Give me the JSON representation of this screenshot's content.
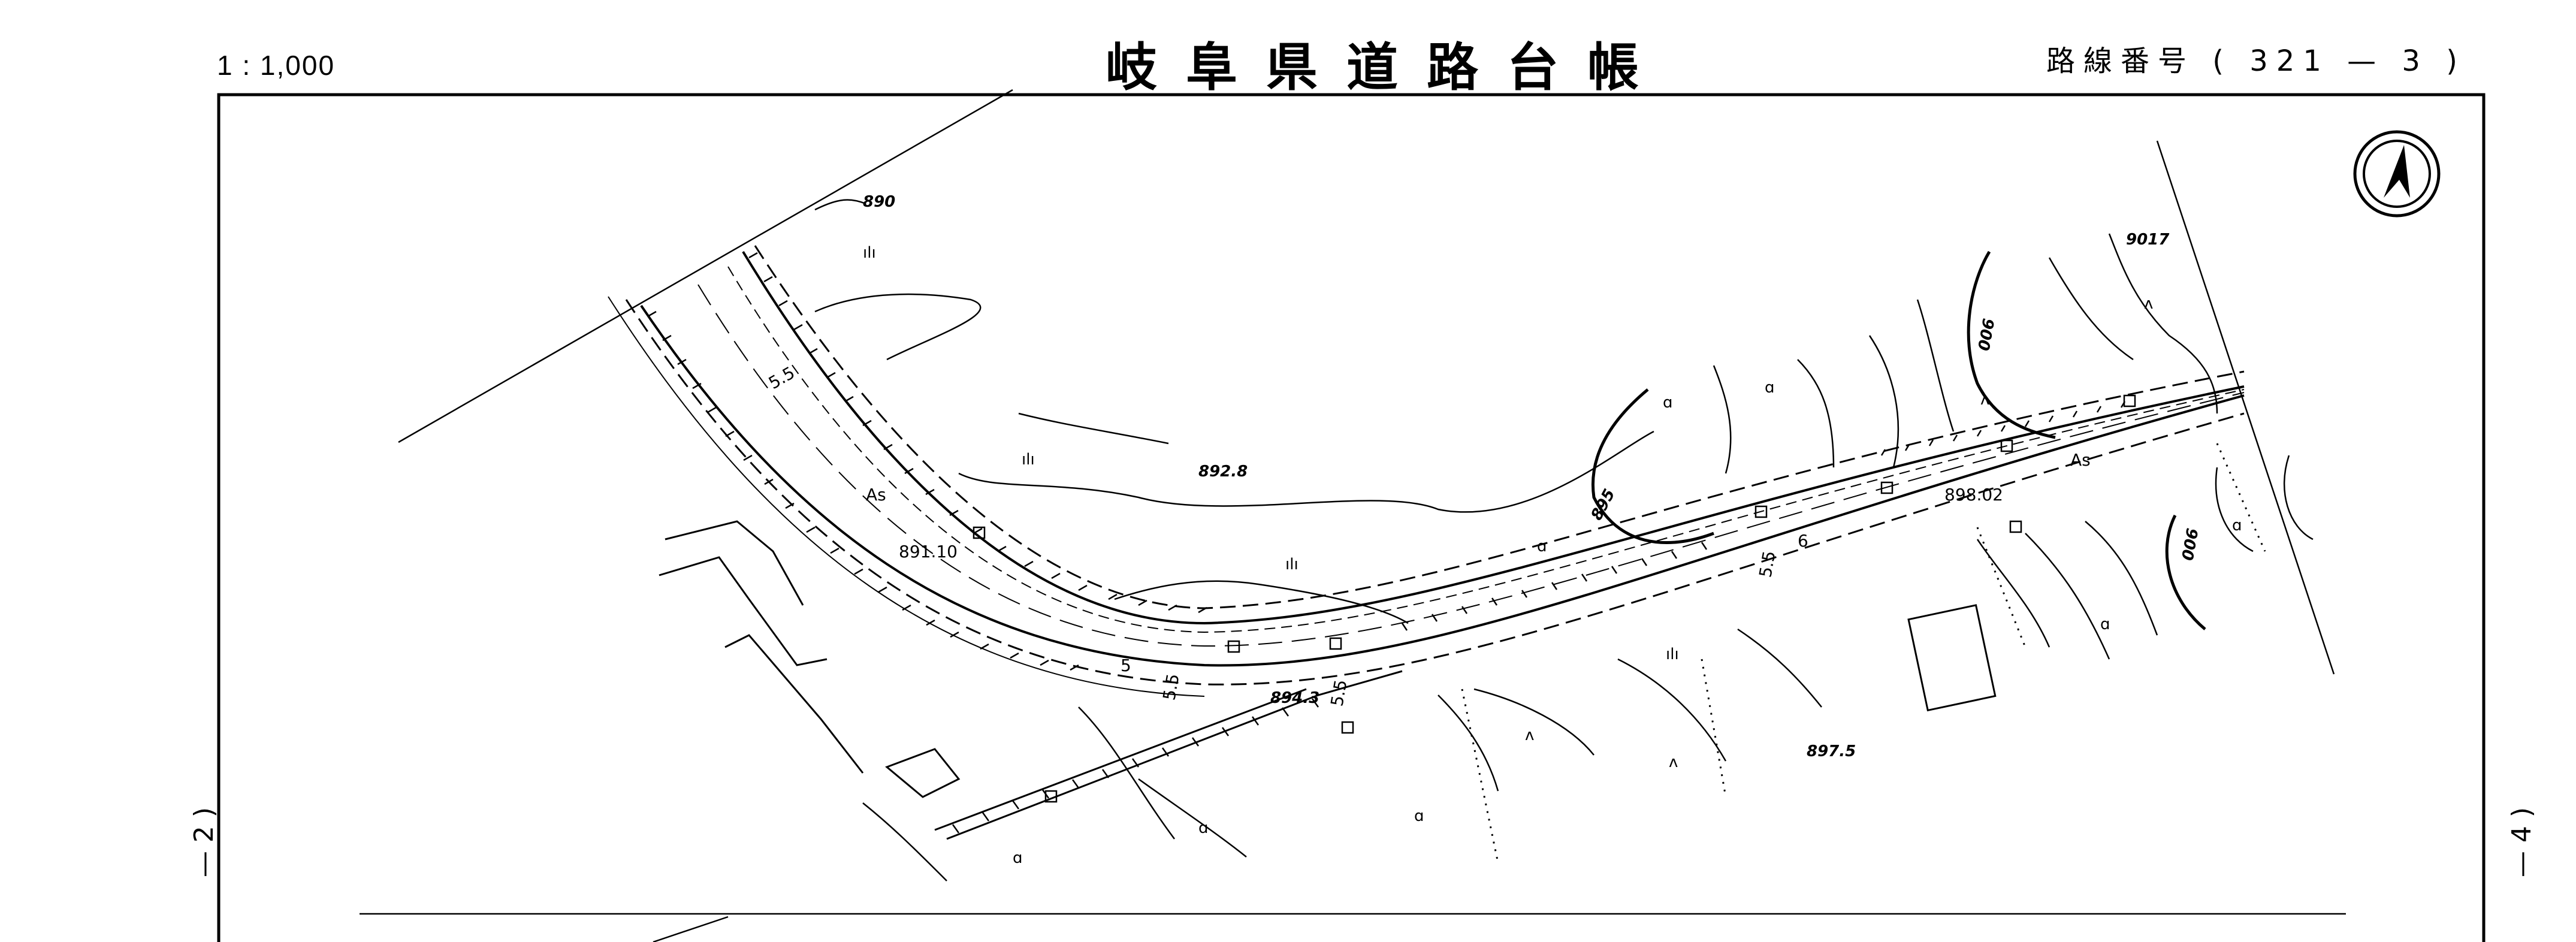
{
  "header": {
    "scale": "1 : 1,000",
    "title": "岐阜県道路台帳",
    "route_label": "路線番号",
    "route_number": "( 321 — 3 )"
  },
  "side": {
    "left": "— 2 )",
    "right": "— 4 )"
  },
  "map": {
    "north_arrow_icon": "north-arrow-icon",
    "contour_labels": [
      "890",
      "895",
      "900",
      "900"
    ],
    "elevations": [
      "892.8",
      "894.3",
      "897.5",
      "891.10",
      "898.02",
      "9017"
    ],
    "surface_labels": [
      "As",
      "As"
    ],
    "width_labels": [
      "5.5",
      "5",
      "5.5",
      "5.5",
      "6",
      "5.5"
    ]
  }
}
